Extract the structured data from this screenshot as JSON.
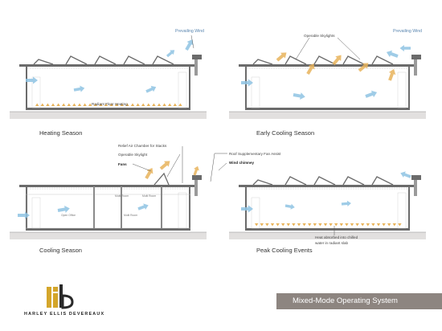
{
  "panels": {
    "heating": {
      "caption": "Heating Season",
      "labels": {
        "wind": "Prevailing Wind",
        "floor": "Radiant Floor Heating"
      }
    },
    "early_cooling": {
      "caption": "Early Cooling Season",
      "labels": {
        "skylights": "Operable Skylights",
        "wind": "Prevailing Wind"
      }
    },
    "cooling": {
      "caption": "Cooling Season",
      "labels": {
        "relief": "Relief Air Chamber for Stacks",
        "skylight": "Operable Skylight",
        "fans": "Fans",
        "roof_fan": "Roof Supplementary Fan Assist",
        "chimney": "Wind chimney"
      },
      "rooms": [
        "Multi Room",
        "Multi Room",
        "Open Office",
        "Multi Room"
      ]
    },
    "peak_cooling": {
      "caption": "Peak Cooling Events",
      "labels": {
        "heat_line1": "Heat absorbed into chilled",
        "heat_line2": "water in radiant slab"
      }
    }
  },
  "branding": {
    "firm": "HARLEY ELLIS DEVEREAUX",
    "system_title": "Mixed-Mode Operating System"
  },
  "colors": {
    "warm_airflow": "#e8b35a",
    "cool_airflow": "#8ec3e3",
    "title_bar": "#8d8580",
    "logo_gold": "#d4a62a",
    "logo_dark": "#2a2a2a"
  }
}
